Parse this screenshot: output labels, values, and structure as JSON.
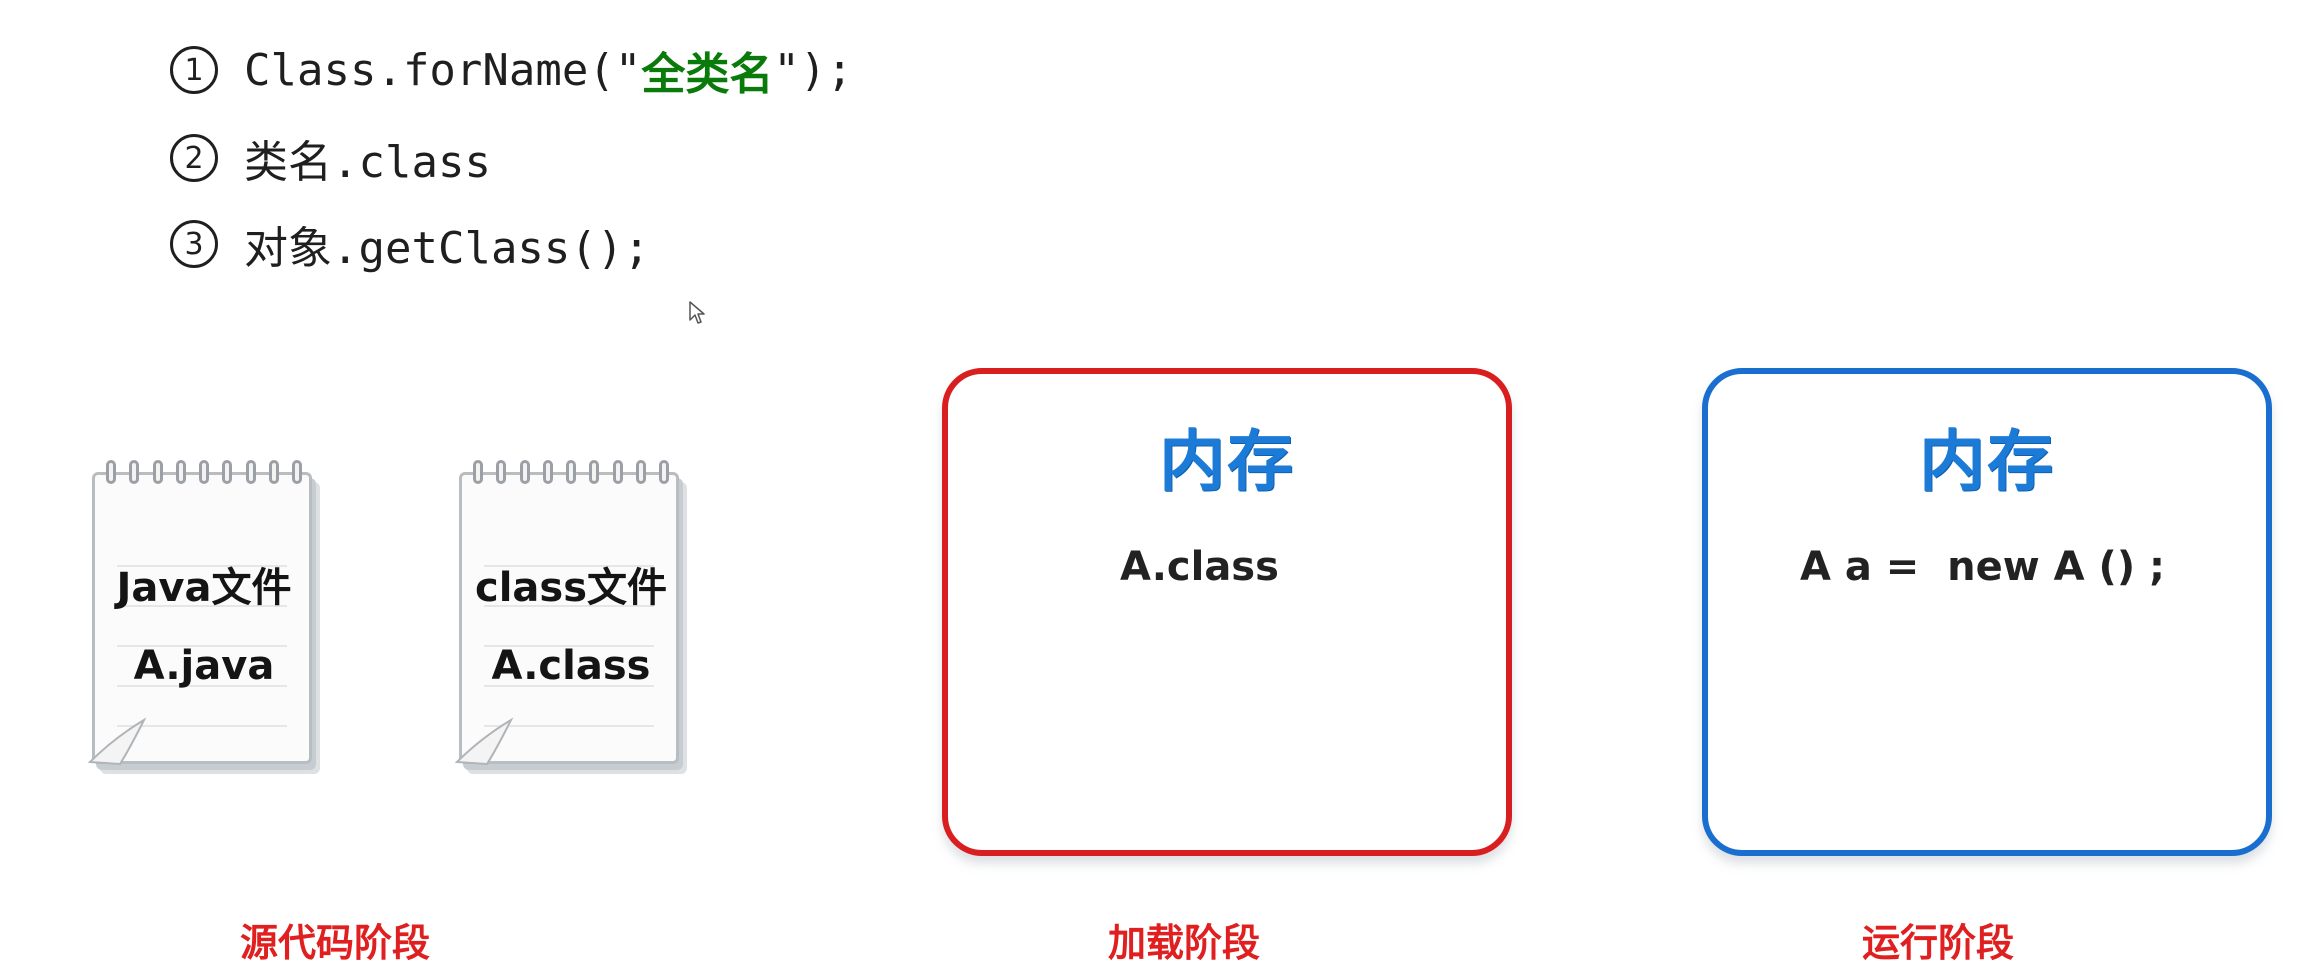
{
  "code": {
    "line1": {
      "num": "1",
      "prefix": "Class.forName(",
      "quote_open": "\"",
      "arg": "全类名",
      "quote_close": "\"",
      "suffix": ");"
    },
    "line2": {
      "num": "2",
      "text": "类名.class"
    },
    "line3": {
      "num": "3",
      "text": "对象.getClass();"
    }
  },
  "source_stage": {
    "java_file": {
      "title": "Java文件",
      "name": "A.java"
    },
    "class_file": {
      "title": "class文件",
      "name": "A.class"
    },
    "label": "源代码阶段"
  },
  "load_stage": {
    "memory_title": "内存",
    "content": "A.class",
    "label": "加载阶段",
    "border_color": "#d81e1e"
  },
  "run_stage": {
    "memory_title": "内存",
    "content": "A a =  new A () ;",
    "label": "运行阶段",
    "border_color": "#1a6ed0"
  },
  "colors": {
    "string_literal": "#0a7a0a",
    "memory_title": "#1c7bd6",
    "stage_label": "#e02020"
  },
  "icons": [
    "mouse-cursor-icon",
    "notebook-icon"
  ]
}
